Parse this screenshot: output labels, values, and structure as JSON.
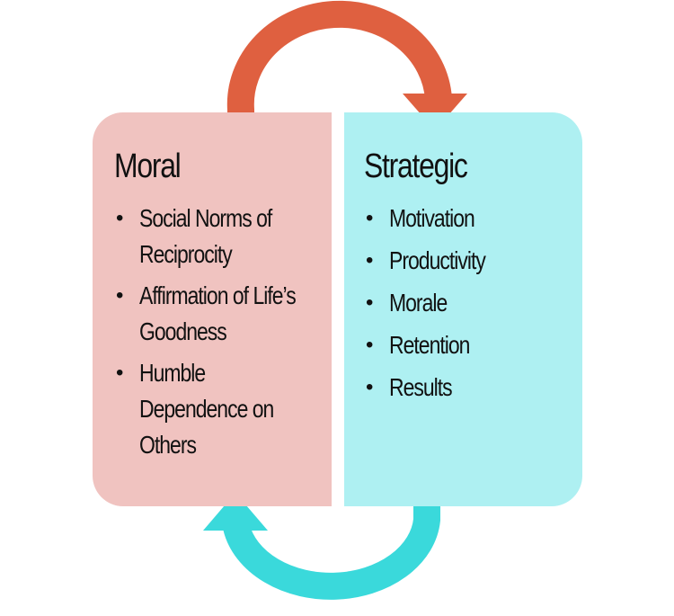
{
  "diagram": {
    "left_panel": {
      "title": "Moral",
      "items": [
        "Social Norms of Reciprocity",
        "Affirmation of Life’s Goodness",
        "Humble Dependence on Others"
      ]
    },
    "right_panel": {
      "title": "Strategic",
      "items": [
        "Motivation",
        "Productivity",
        "Morale",
        "Retention",
        "Results"
      ]
    },
    "colors": {
      "left_panel_bg": "#f0c3c0",
      "right_panel_bg": "#aef0f2",
      "top_arrow": "#df6040",
      "bottom_arrow": "#3ad9db"
    },
    "icons": {
      "top_arrow": "curved-arrow-clockwise-top-icon",
      "bottom_arrow": "curved-arrow-clockwise-bottom-icon"
    }
  }
}
